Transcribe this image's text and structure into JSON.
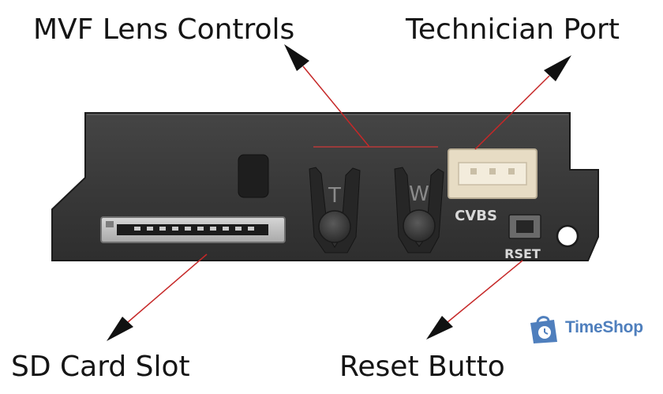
{
  "labels": {
    "mvf_lens_controls": "MVF Lens Controls",
    "technician_port": "Technician Port",
    "sd_card_slot": "SD Card Slot",
    "reset_button": "Reset Butto"
  },
  "panel_markings": {
    "tele": "T",
    "wide": "W",
    "cvbs": "CVBS",
    "reset": "RSET"
  },
  "watermark": {
    "text": "TimeShop"
  },
  "colors": {
    "arrow_red": "#c62828",
    "panel": "#3a3a3a",
    "connector": "#e7dcc4",
    "brand_blue": "#4f7fbd"
  }
}
